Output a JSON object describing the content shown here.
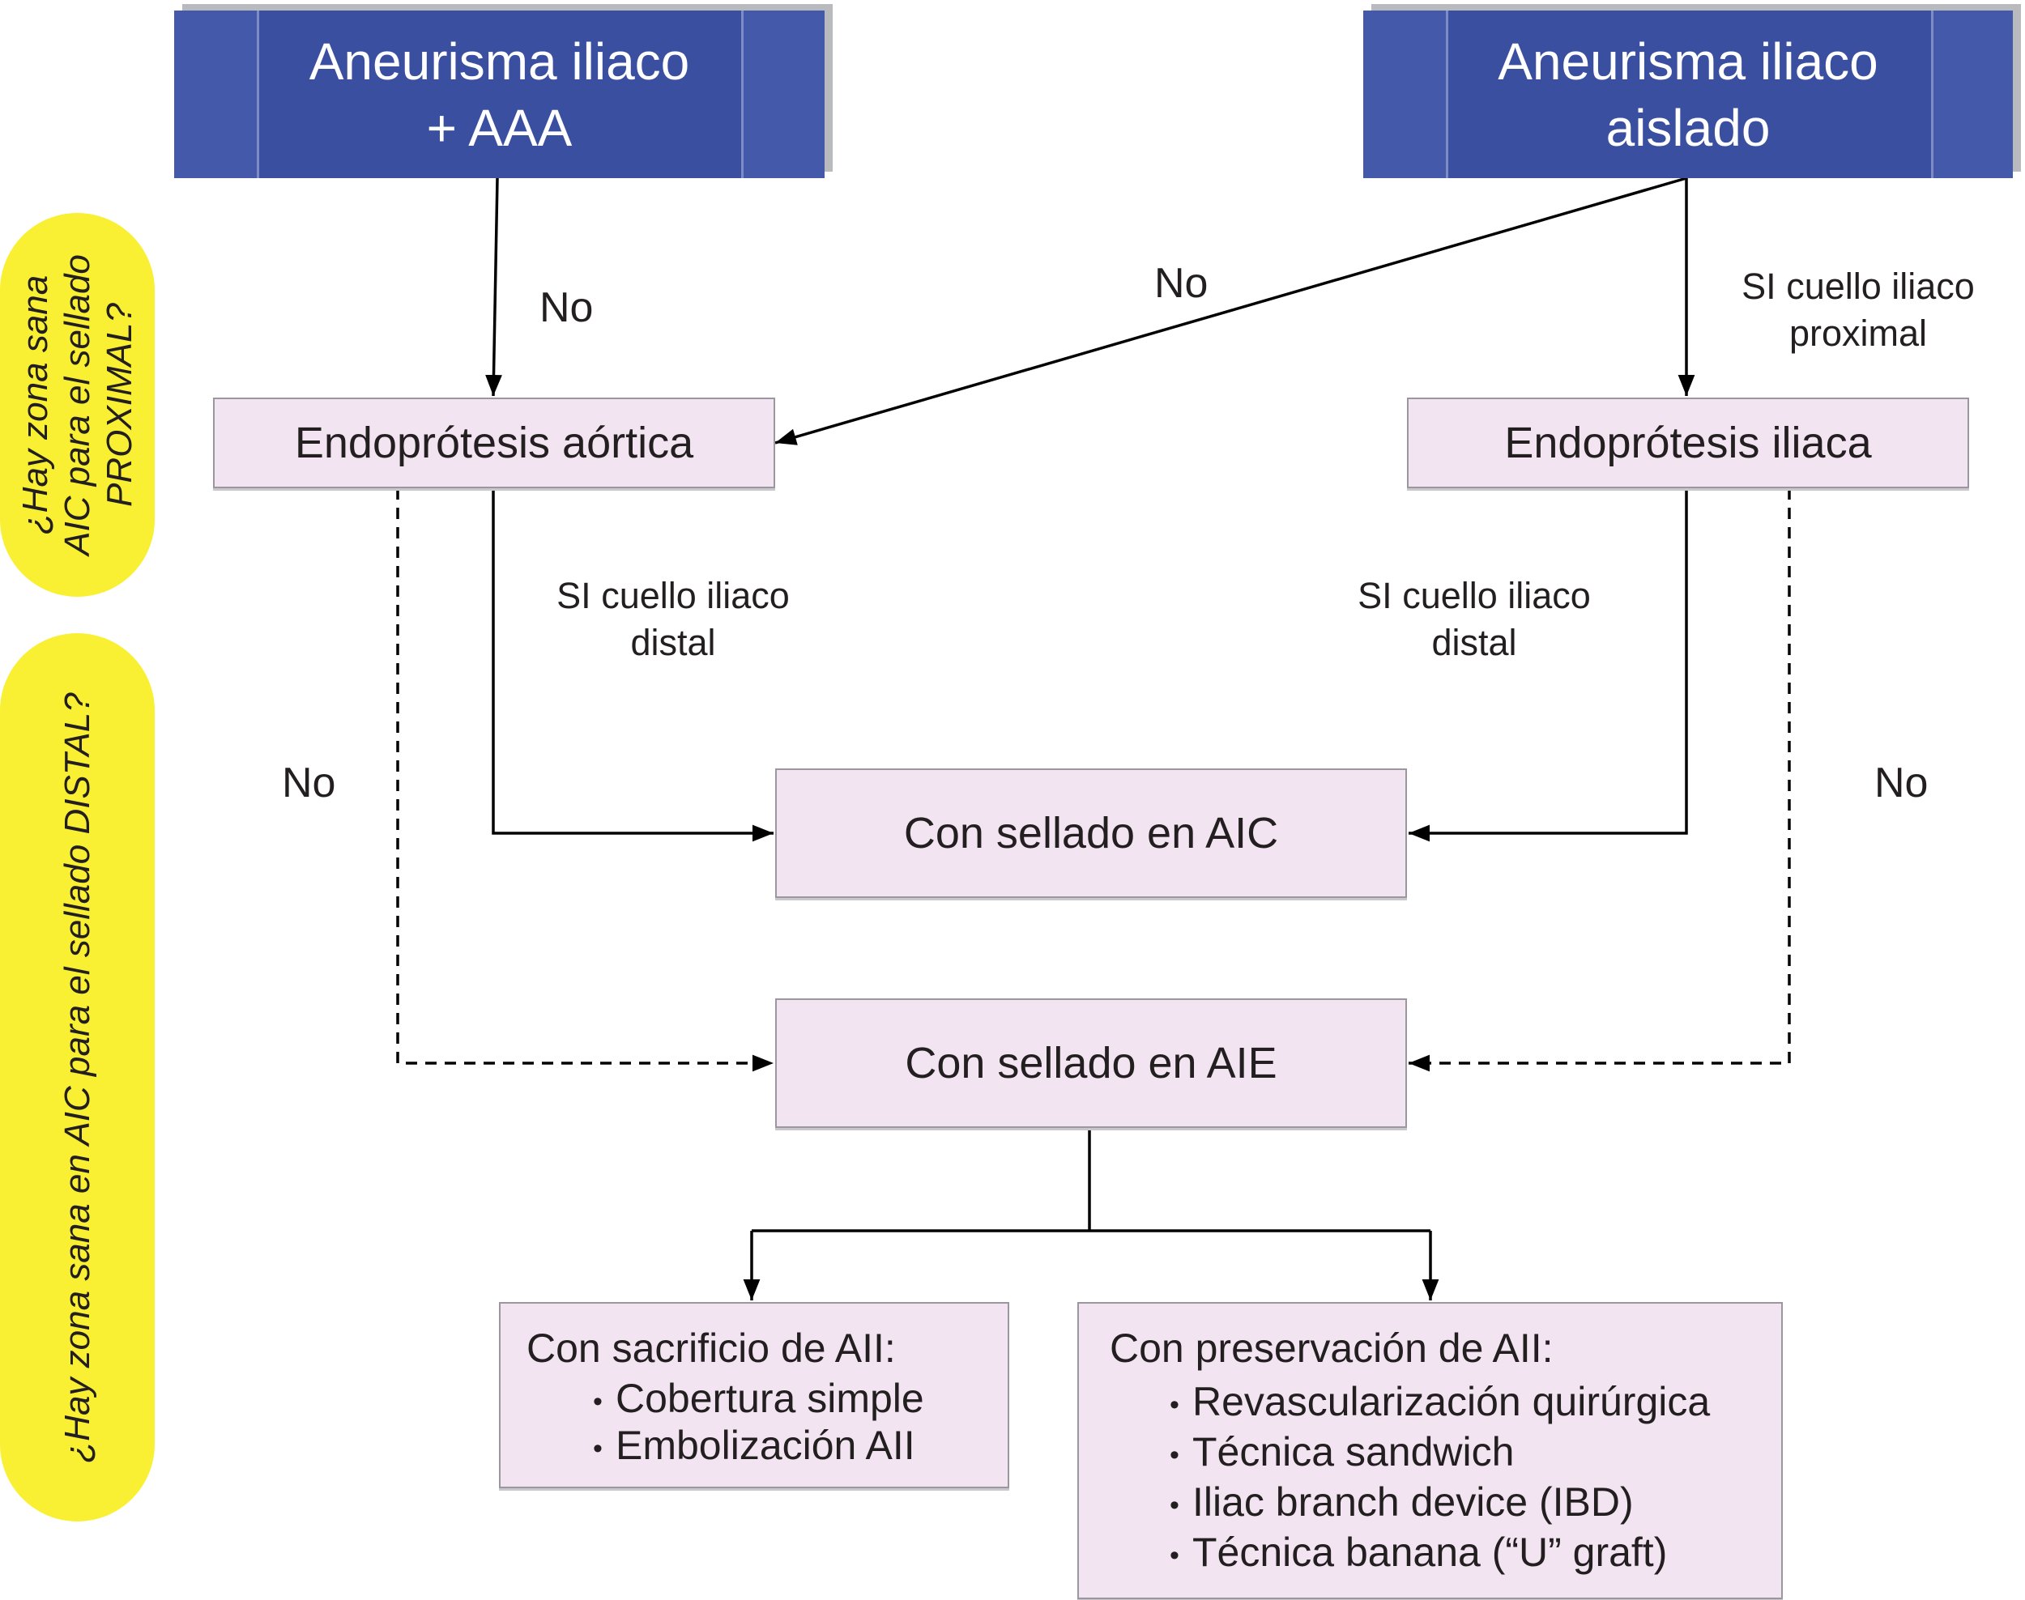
{
  "start_nodes": {
    "left": {
      "line1": "Aneurisma iliaco",
      "line2": "+ AAA"
    },
    "right": {
      "line1": "Aneurisma iliaco",
      "line2": "aislado"
    }
  },
  "questions": {
    "proximal": {
      "line1": "¿Hay zona sana",
      "line2": "AIC para el sellado",
      "line3": "PROXIMAL?"
    },
    "distal": "¿Hay zona sana en AIC para el sellado DISTAL?"
  },
  "nodes": {
    "aortic_graft": "Endoprótesis aórtica",
    "iliac_graft": "Endoprótesis iliaca",
    "seal_aic": "Con sellado en AIC",
    "seal_aie": "Con sellado en AIE",
    "sacrifice": {
      "title": "Con sacrificio de AII:",
      "items": [
        "Cobertura simple",
        "Embolización AII"
      ]
    },
    "preservation": {
      "title": "Con preservación de AII:",
      "items": [
        "Revascularización quirúrgica",
        "Técnica sandwich",
        "Iliac branch device (IBD)",
        "Técnica banana (“U” graft)"
      ]
    }
  },
  "edge_labels": {
    "left_no": "No",
    "diag_no": "No",
    "proximal_yes": {
      "line1": "SI cuello iliaco",
      "line2": "proximal"
    },
    "distal_yes_left": {
      "line1": "SI cuello iliaco",
      "line2": "distal"
    },
    "distal_yes_right": {
      "line1": "SI cuello iliaco",
      "line2": "distal"
    },
    "distal_no_left": "No",
    "distal_no_right": "No"
  },
  "colors": {
    "start_node": "#3a4fa0",
    "process_node": "#f2e5f1",
    "question": "#f9f033"
  }
}
